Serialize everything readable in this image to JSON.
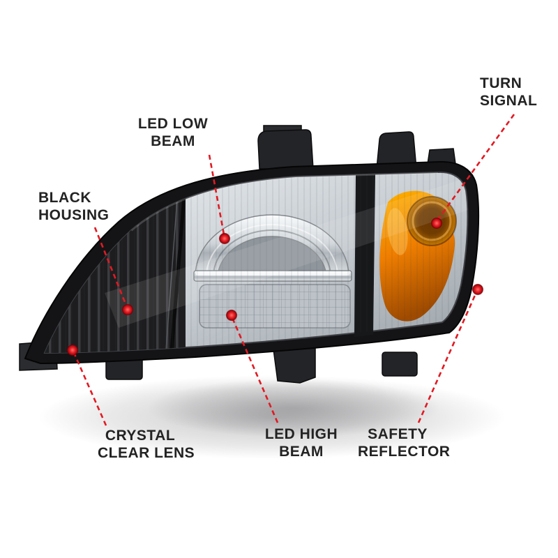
{
  "colors": {
    "accent": "#e11a22",
    "label_text": "#232323",
    "amber": "#f07f00",
    "housing_black": "#141416"
  },
  "callouts": {
    "turn_signal": {
      "line1": "TURN",
      "line2": "SIGNAL"
    },
    "led_low_beam": {
      "line1": "LED LOW",
      "line2": "BEAM"
    },
    "black_housing": {
      "line1": "BLACK",
      "line2": "HOUSING"
    },
    "crystal_clear_lens": {
      "line1": "CRYSTAL",
      "line2": "CLEAR LENS"
    },
    "led_high_beam": {
      "line1": "LED HIGH",
      "line2": "BEAM"
    },
    "safety_reflector": {
      "line1": "SAFETY",
      "line2": "REFLECTOR"
    }
  }
}
